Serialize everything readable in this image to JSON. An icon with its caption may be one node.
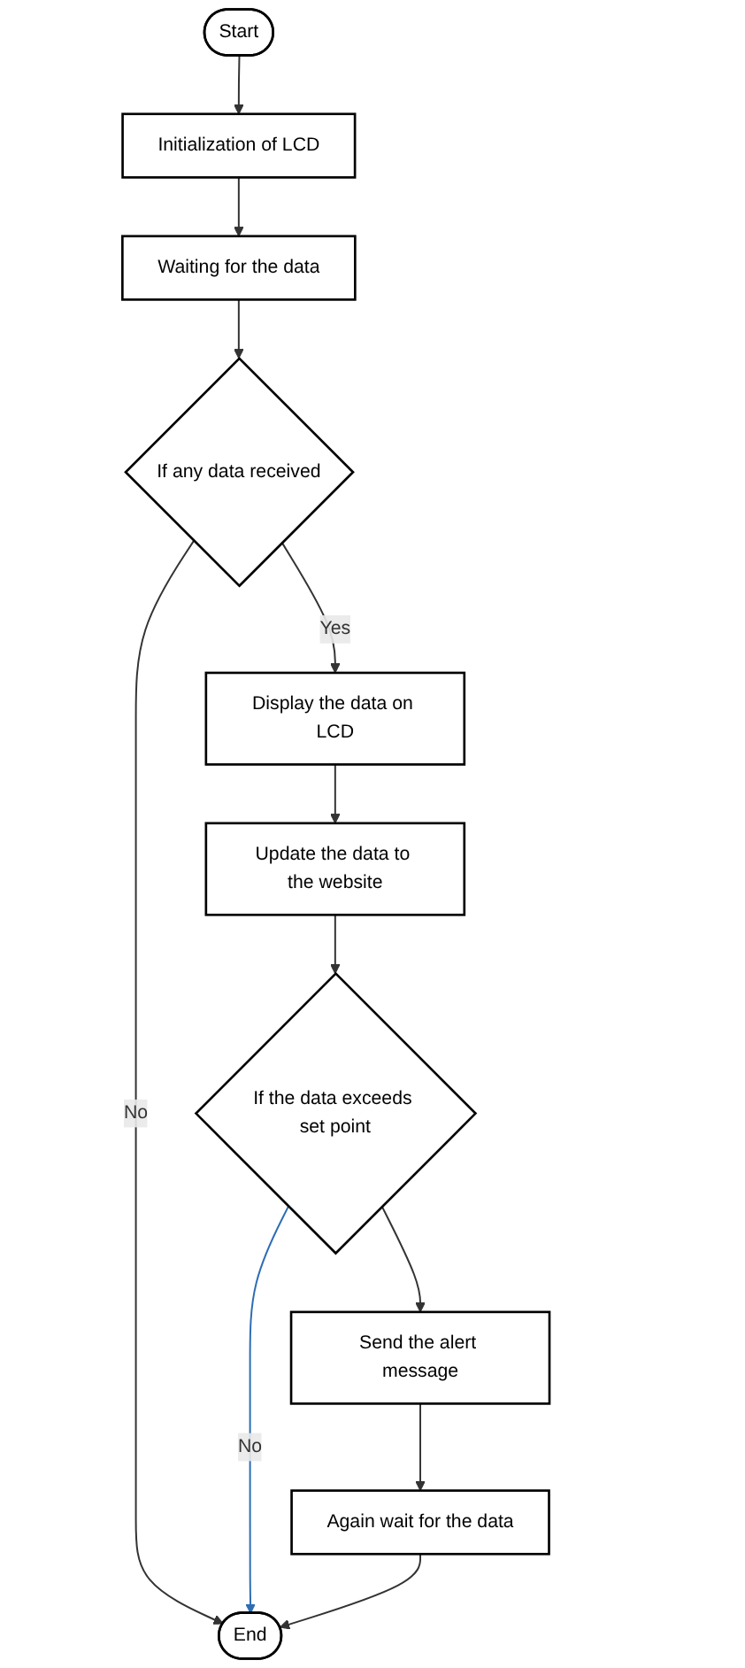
{
  "diagram": {
    "nodes": [
      {
        "text": [
          "Start"
        ]
      },
      {
        "text": [
          "Initialization of LCD"
        ]
      },
      {
        "text": [
          "Waiting for the data"
        ]
      },
      {
        "text": [
          "If any data received"
        ]
      },
      {
        "text": [
          "Display the data on LCD"
        ]
      },
      {
        "text": [
          "Update the data to the website"
        ]
      },
      {
        "text": [
          "If the data exceeds set point"
        ]
      },
      {
        "text": [
          "Send the alert message"
        ]
      },
      {
        "text": [
          "Again wait for the data"
        ]
      },
      {
        "text": [
          "End"
        ]
      }
    ],
    "edges": [
      {
        "from": 0,
        "to": 1,
        "arrow": "to"
      },
      {
        "from": 1,
        "to": 2,
        "arrow": "to"
      },
      {
        "from": 2,
        "to": 3,
        "arrow": "to"
      },
      {
        "from": 3,
        "to": 4,
        "arrow": "to",
        "label": "Yes"
      },
      {
        "from": 3,
        "to": 9,
        "arrow": "to",
        "label": "No"
      },
      {
        "from": 4,
        "to": 5,
        "arrow": "to"
      },
      {
        "from": 5,
        "to": 6,
        "arrow": "to"
      },
      {
        "from": 6,
        "to": 7,
        "arrow": "to"
      },
      {
        "from": 6,
        "to": 9,
        "arrow": "to",
        "label": "No",
        "color": "#2e6db4"
      },
      {
        "from": 7,
        "to": 8,
        "arrow": "to"
      },
      {
        "from": 8,
        "to": 9,
        "arrow": "to"
      }
    ]
  }
}
